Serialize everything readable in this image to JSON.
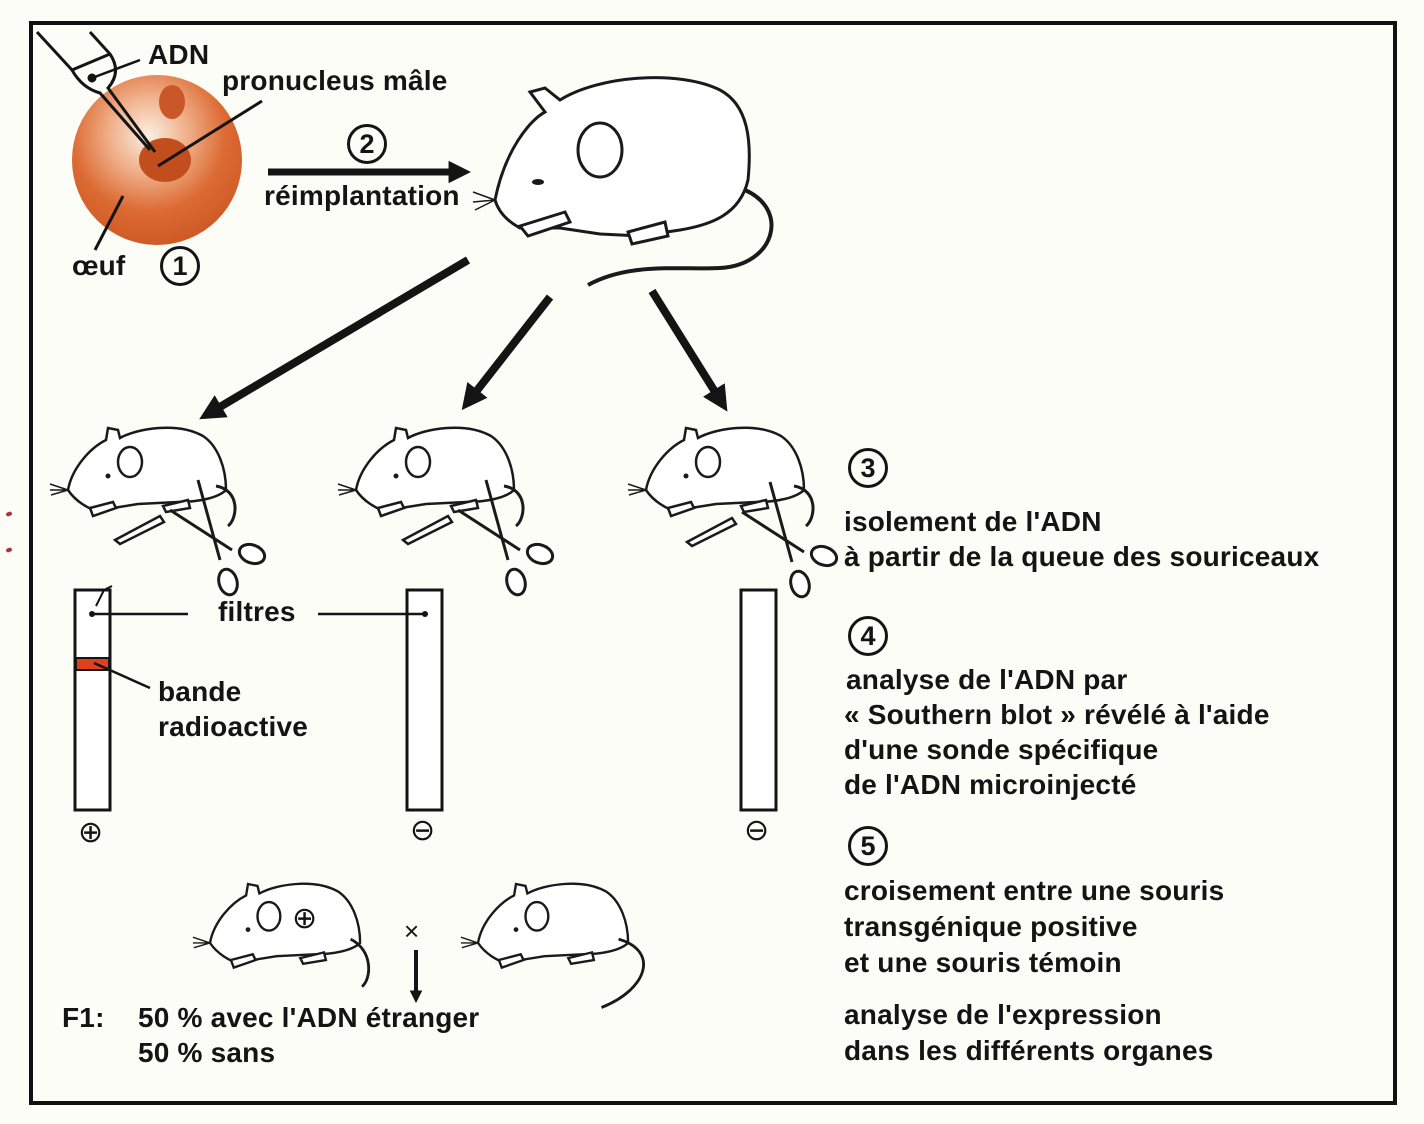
{
  "step1": {
    "number": "1",
    "label_dna": "ADN",
    "label_pronucleus": "pronucleus mâle",
    "label_egg": "œuf"
  },
  "step2": {
    "number": "2",
    "label": "réimplantation"
  },
  "step3": {
    "number": "3",
    "lines": [
      "isolement de l'ADN",
      "à partir de la queue des souriceaux"
    ]
  },
  "step4": {
    "number": "4",
    "lines": [
      "analyse de l'ADN par",
      "« Southern blot » révélé à l'aide",
      "d'une sonde spécifique",
      "de l'ADN microinjecté"
    ]
  },
  "step5": {
    "number": "5",
    "lines": [
      "croisement entre une souris",
      "transgénique positive",
      "et une souris témoin"
    ]
  },
  "expression": {
    "lines": [
      "analyse de l'expression",
      "dans les différents organes"
    ]
  },
  "filters": {
    "label": "filtres",
    "band_label_lines": [
      "bande",
      "radioactive"
    ],
    "results": [
      "⊕",
      "⊖",
      "⊖"
    ]
  },
  "cross": {
    "symbol": "×",
    "positive_mark": "⊕",
    "f1_label": "F1:",
    "f1_lines": [
      "50 % avec l'ADN étranger",
      "50 % sans"
    ]
  },
  "colors": {
    "egg": "#d9622a",
    "band": "#e0401c",
    "ink": "#141414",
    "paper": "#fdfdf8"
  }
}
